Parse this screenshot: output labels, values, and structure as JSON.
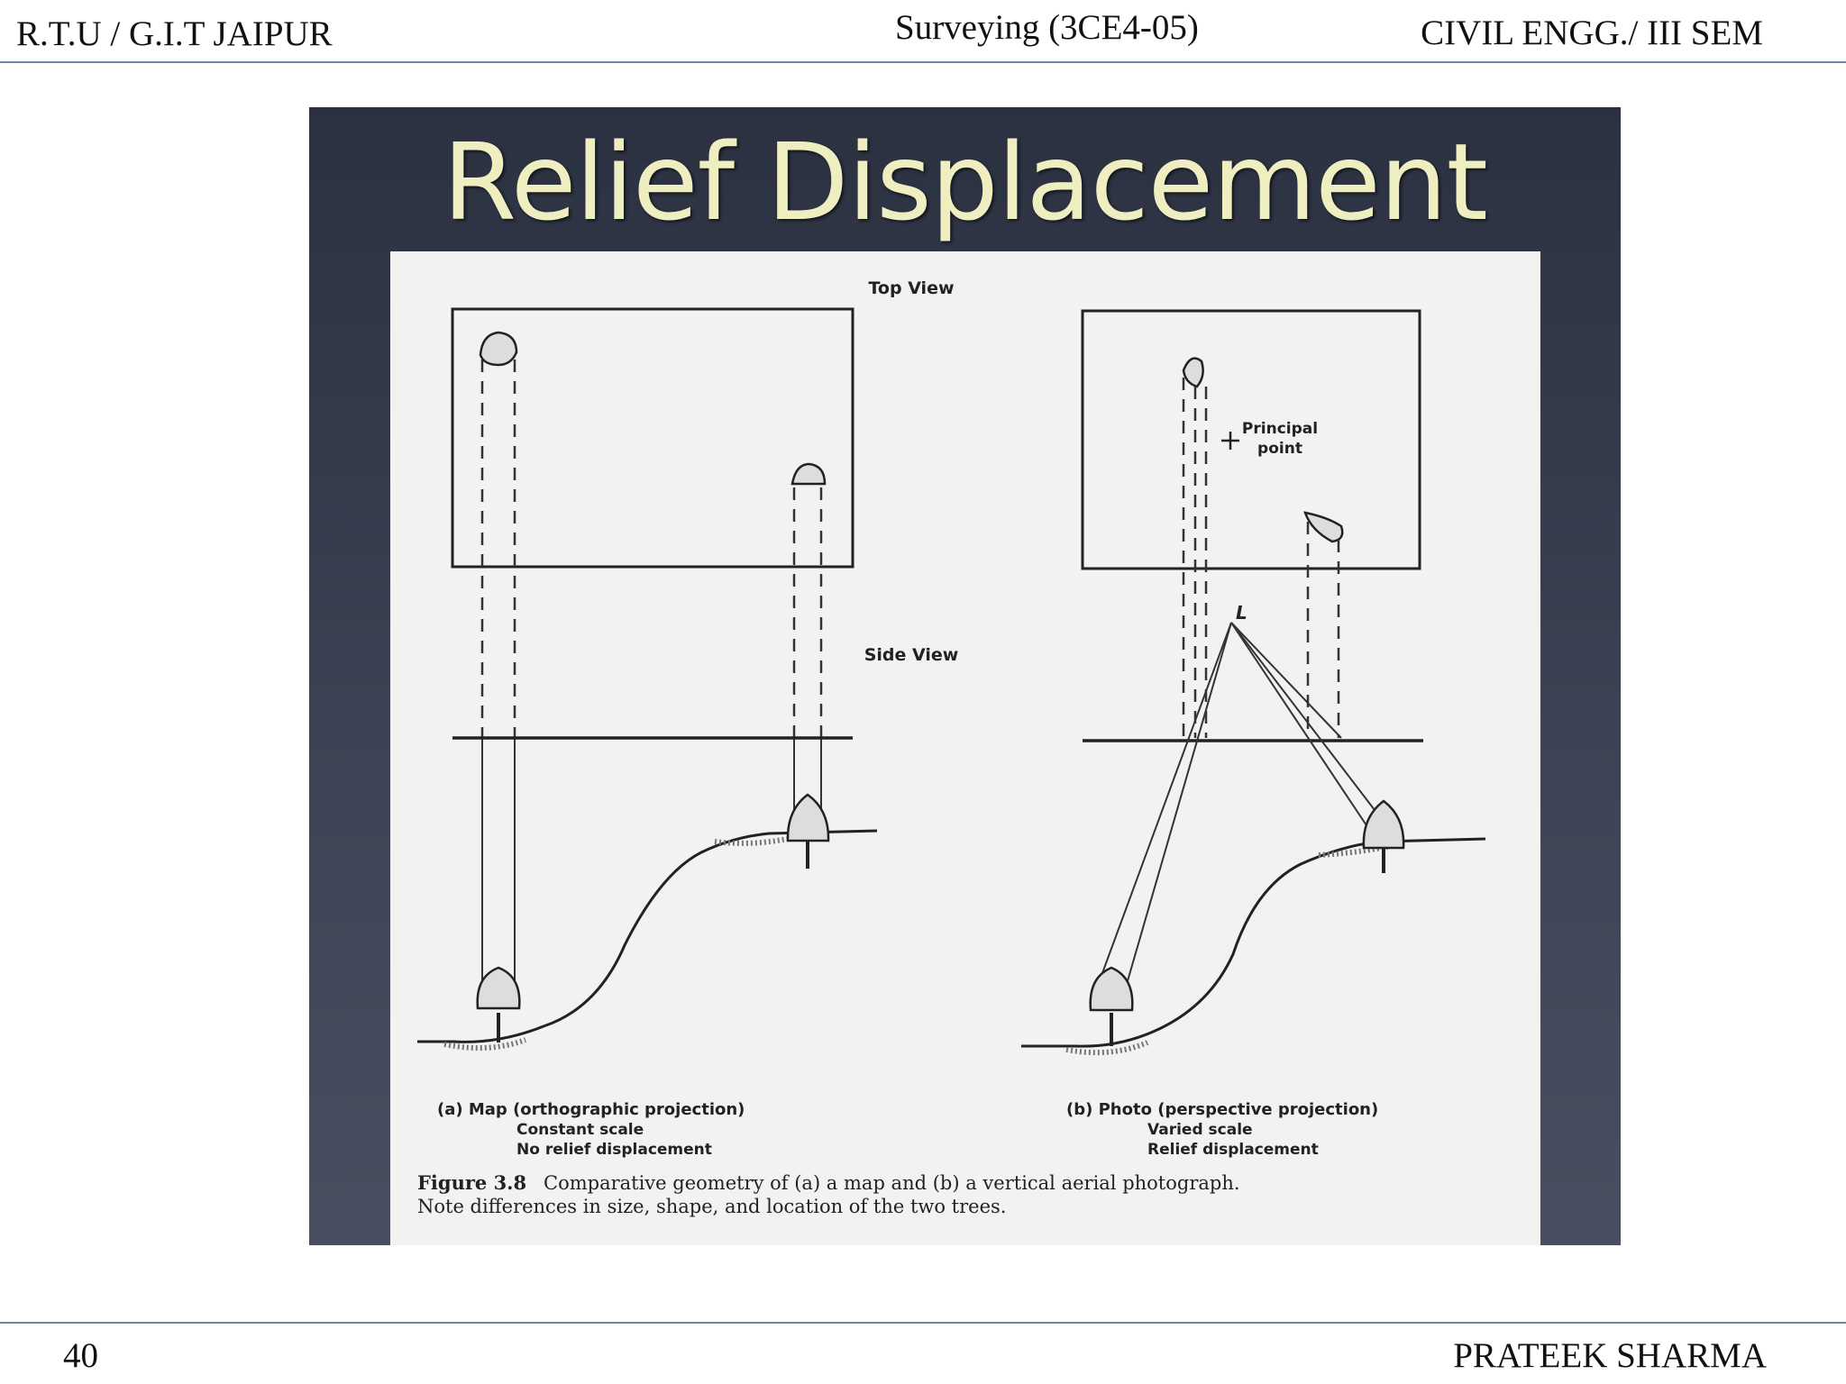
{
  "header": {
    "left": "R.T.U / G.I.T JAIPUR",
    "center": "Surveying  (3CE4-05)",
    "right": "CIVIL ENGG./ III  SEM"
  },
  "slide": {
    "title": "Relief Displacement",
    "figure": {
      "top_view_label": "Top View",
      "side_view_label": "Side View",
      "principal_point_label_1": "Principal",
      "principal_point_label_2": "point",
      "lens_label": "L",
      "caption_a_1": "(a) Map (orthographic projection)",
      "caption_a_2": "Constant scale",
      "caption_a_3": "No relief displacement",
      "caption_b_1": "(b) Photo (perspective projection)",
      "caption_b_2": "Varied scale",
      "caption_b_3": "Relief displacement",
      "figure_number": "Figure 3.8",
      "figure_caption_1": "Comparative geometry of (a) a map and (b) a vertical aerial photograph.",
      "figure_caption_2": "Note differences in size, shape, and location of the two trees."
    }
  },
  "footer": {
    "page_number": "40",
    "author": "PRATEEK SHARMA"
  }
}
